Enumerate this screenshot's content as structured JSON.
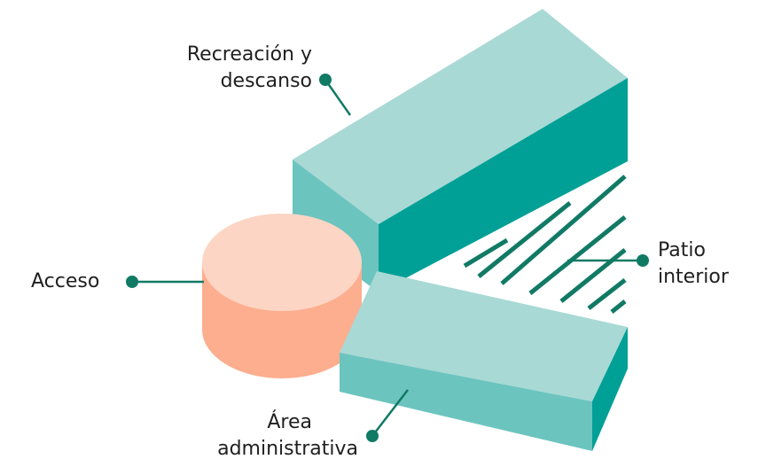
{
  "colors": {
    "block_top": "#a8d9d5",
    "block_front": "#6cc4bf",
    "block_side": "#00a097",
    "stripe": "#117a65",
    "cylinder_top": "#fdd5c4",
    "cylinder_side": "#fcae8e",
    "leader": "#117a65"
  },
  "labels": {
    "recreacion": [
      "Recreación y",
      "descanso"
    ],
    "acceso": "Acceso",
    "patio": [
      "Patio",
      "interior"
    ],
    "area": [
      "Área",
      "administrativa"
    ]
  }
}
